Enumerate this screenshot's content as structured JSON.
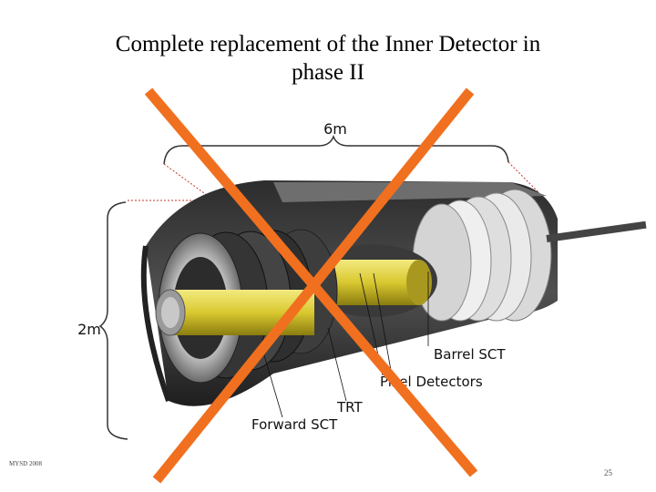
{
  "slide": {
    "title_line1": "Complete replacement of the Inner Detector in",
    "title_line2": "phase II",
    "footer_left": "MYSD 2008",
    "page_number": "25"
  },
  "figure": {
    "dim_length": "6m",
    "dim_height": "2m",
    "labels": {
      "barrel_sct": "Barrel SCT",
      "pixel_detectors": "Pixel Detectors",
      "trt": "TRT",
      "forward_sct": "Forward SCT"
    }
  },
  "colors": {
    "cross": "#f07020",
    "dimension_line": "#c0392b",
    "detector_yellow": "#d9c830"
  }
}
